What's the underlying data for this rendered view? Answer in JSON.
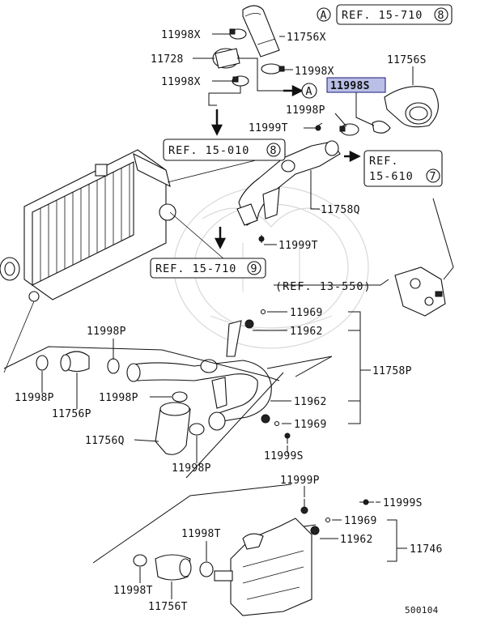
{
  "diagram": {
    "part_labels": {
      "p11998x_1": "11998X",
      "p11756x": "11756X",
      "p11728": "11728",
      "p11998x_2": "11998X",
      "p11998x_3": "11998X",
      "p11998s": "11998S",
      "p11756s": "11756S",
      "p11998p_1": "11998P",
      "p11999t_1": "11999T",
      "p11758q": "11758Q",
      "p11999t_2": "11999T",
      "p11969_1": "11969",
      "p11962_1": "11962",
      "p11758p": "11758P",
      "p11998p_2": "11998P",
      "p11998p_3": "11998P",
      "p11756p": "11756P",
      "p11998p_4": "11998P",
      "p11962_2": "11962",
      "p11969_2": "11969",
      "p11756q": "11756Q",
      "p11999s_1": "11999S",
      "p11998p_5": "11998P",
      "p11999p": "11999P",
      "p11999s_2": "11999S",
      "p11969_3": "11969",
      "p11962_3": "11962",
      "p11746": "11746",
      "p11998t_1": "11998T",
      "p11998t_2": "11998T",
      "p11756t": "11756T"
    },
    "refs": {
      "ref_15_710_top": "REF. 15-710",
      "ref_15_710_top_circle": "8",
      "ref_a_top": "A",
      "ref_a_mid": "A",
      "ref_15_010": "REF. 15-010",
      "ref_15_010_circle": "8",
      "ref_15_610_line1": "REF.",
      "ref_15_610_line2": "15-610",
      "ref_15_610_circle": "7",
      "ref_15_710_mid": "REF. 15-710",
      "ref_15_710_mid_circle": "9",
      "ref_13_550": "(REF. 13-550)"
    },
    "highlight_part": "11998S",
    "highlight_color": "#b9bfe6",
    "diagram_number": "500104"
  }
}
